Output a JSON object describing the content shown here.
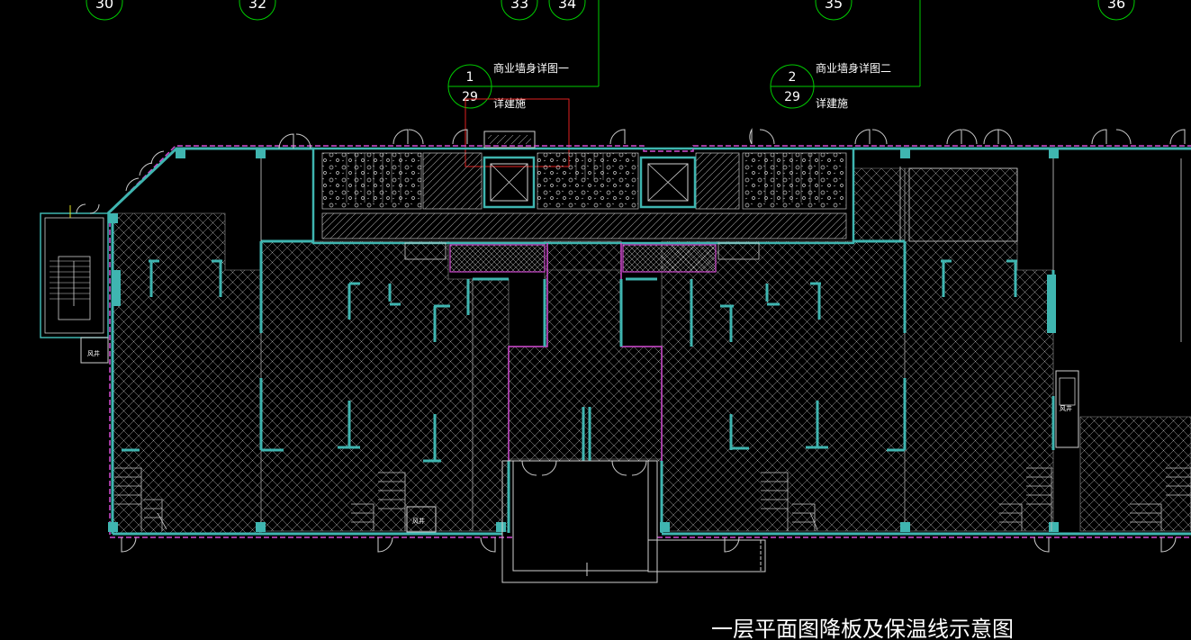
{
  "drawing": {
    "title": "一层平面图降板及保温线示意图",
    "grid_axes": [
      "30",
      "32",
      "33",
      "34",
      "35",
      "36"
    ],
    "detail_callouts": [
      {
        "number": "1",
        "sheet": "29",
        "name": "商业墙身详图一",
        "ref": "详建施"
      },
      {
        "number": "2",
        "sheet": "29",
        "name": "商业墙身详图二",
        "ref": "详建施"
      }
    ],
    "room_labels": {
      "shaft_left": "风井",
      "shaft_bottom": "风井",
      "shaft_right": "风井"
    },
    "colors": {
      "background": "#000000",
      "wall": "#3fb5b0",
      "hatch": "#bfbfbf",
      "insulation_line": "#d24bd2",
      "grid_bubble": "#00cc00",
      "detail_box": "#e02020",
      "text": "#ffffff"
    }
  }
}
